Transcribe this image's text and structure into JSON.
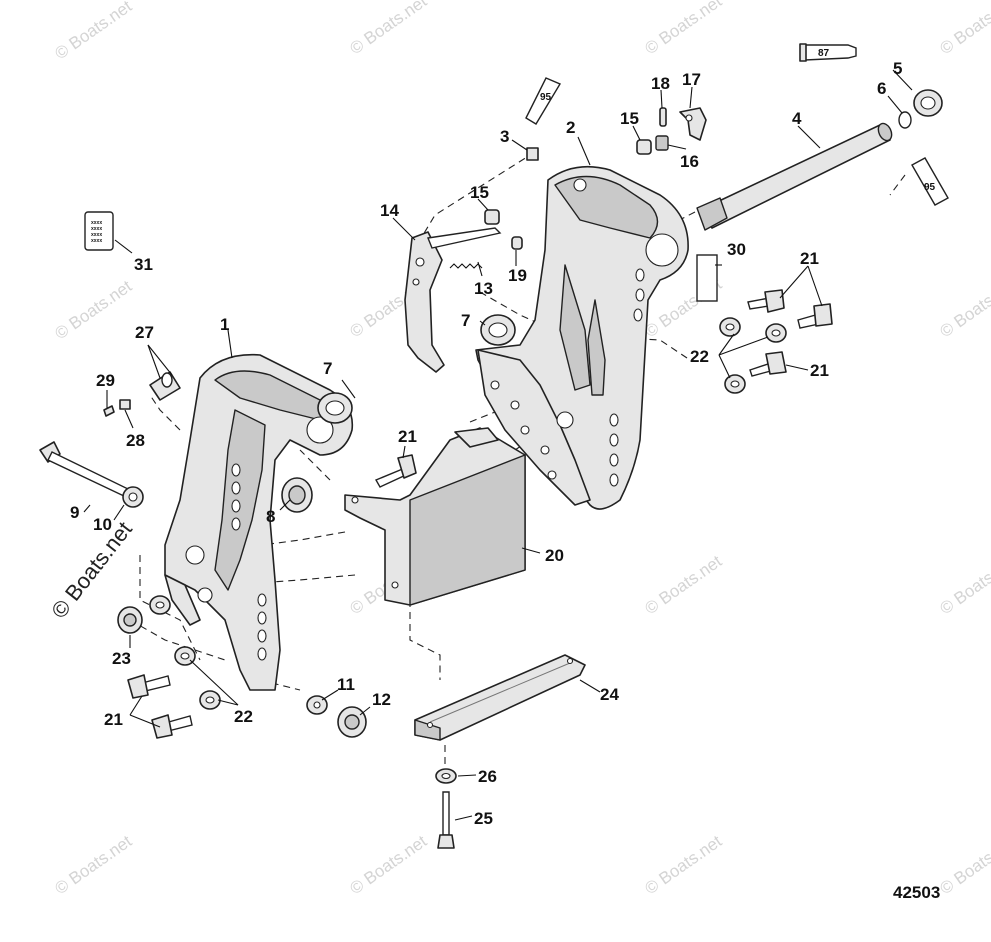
{
  "diagram_number": "42503",
  "watermark": "© Boats.net",
  "decal_text": "xxxx",
  "tubes": {
    "tube_87": "87",
    "tube_95_upper": "95",
    "tube_95_right": "95"
  },
  "callouts": {
    "c1": "1",
    "c2": "2",
    "c3": "3",
    "c4": "4",
    "c5": "5",
    "c6": "6",
    "c7a": "7",
    "c7b": "7",
    "c8": "8",
    "c9": "9",
    "c10": "10",
    "c11": "11",
    "c12": "12",
    "c13": "13",
    "c14": "14",
    "c15a": "15",
    "c15b": "15",
    "c16": "16",
    "c17": "17",
    "c18": "18",
    "c19": "19",
    "c20": "20",
    "c21a": "21",
    "c21b": "21",
    "c21c": "21",
    "c21d": "21",
    "c22a": "22",
    "c22b": "22",
    "c23": "23",
    "c24": "24",
    "c25": "25",
    "c26": "26",
    "c27": "27",
    "c28": "28",
    "c29": "29",
    "c30": "30",
    "c31": "31"
  }
}
